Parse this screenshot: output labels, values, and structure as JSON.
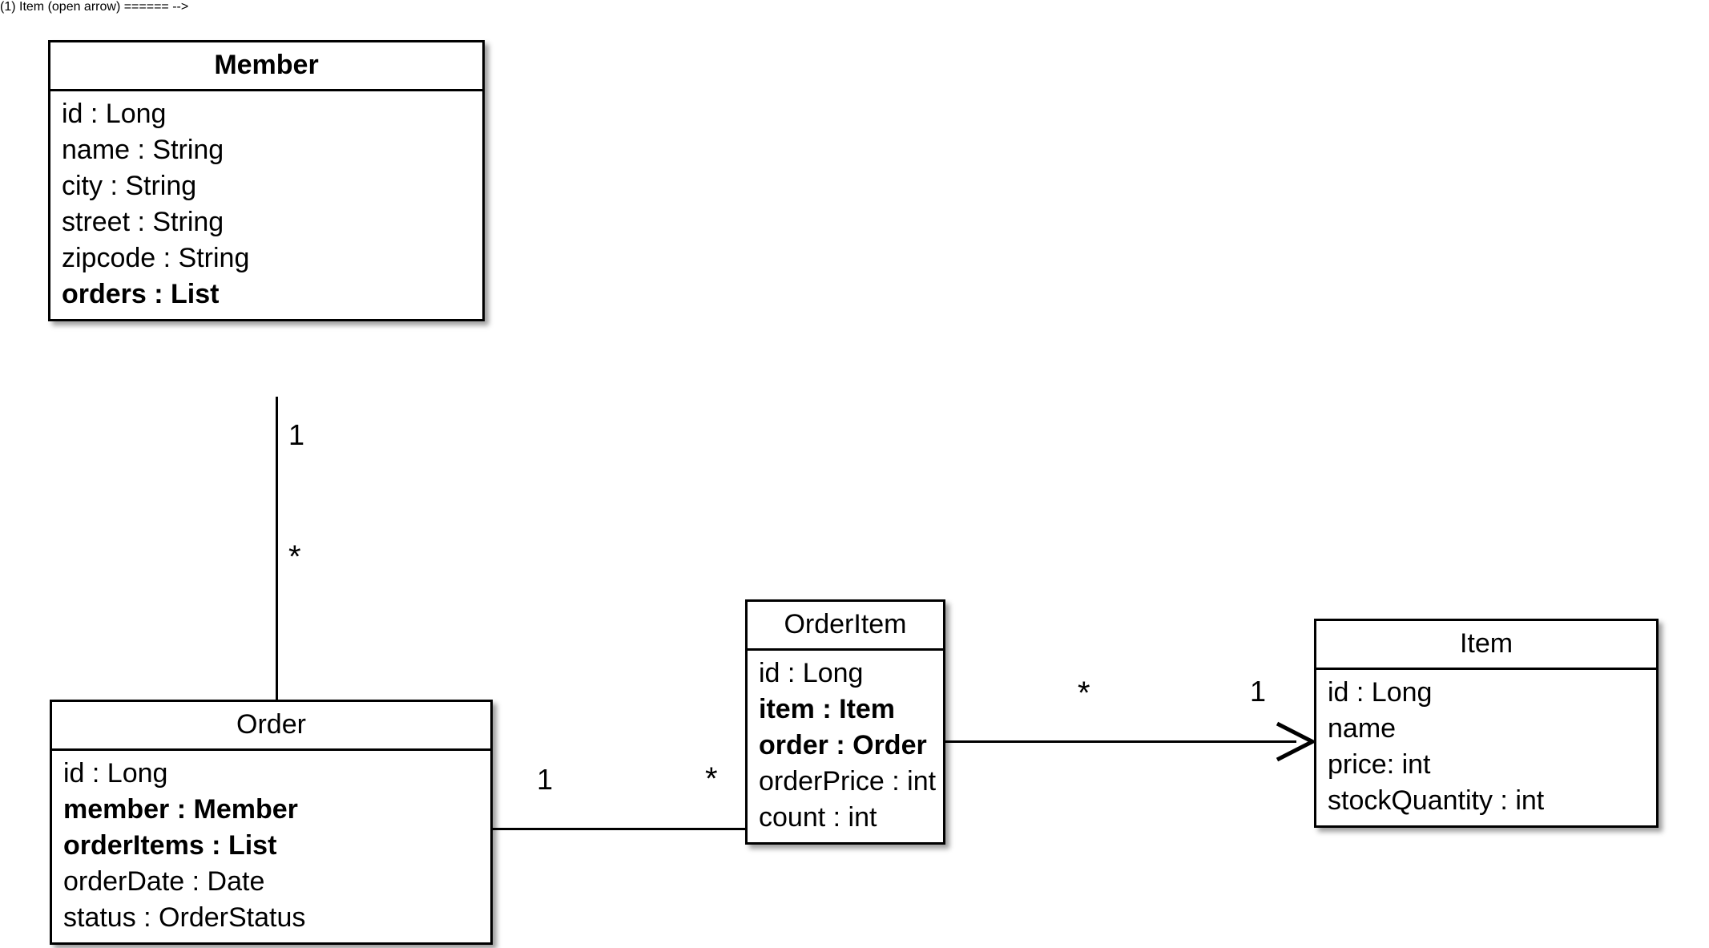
{
  "diagram": {
    "kind": "uml-class-diagram",
    "background_color": "#ffffff",
    "line_color": "#000000",
    "classes": [
      {
        "id": "member",
        "name": "Member",
        "title_bold": true,
        "attributes": [
          {
            "text": "id : Long",
            "bold": false
          },
          {
            "text": "name : String",
            "bold": false
          },
          {
            "text": "city : String",
            "bold": false
          },
          {
            "text": "street : String",
            "bold": false
          },
          {
            "text": "zipcode : String",
            "bold": false
          },
          {
            "text": "orders : List",
            "bold": true
          }
        ]
      },
      {
        "id": "order",
        "name": "Order",
        "title_bold": false,
        "attributes": [
          {
            "text": "id : Long",
            "bold": false
          },
          {
            "text": "member : Member",
            "bold": true
          },
          {
            "text": "orderItems : List",
            "bold": true
          },
          {
            "text": "orderDate : Date",
            "bold": false
          },
          {
            "text": "status : OrderStatus",
            "bold": false
          }
        ]
      },
      {
        "id": "orderitem",
        "name": "OrderItem",
        "title_bold": false,
        "attributes": [
          {
            "text": "id : Long",
            "bold": false
          },
          {
            "text": "item : Item",
            "bold": true
          },
          {
            "text": "order : Order",
            "bold": true
          },
          {
            "text": "orderPrice : int",
            "bold": false
          },
          {
            "text": "count : int",
            "bold": false
          }
        ]
      },
      {
        "id": "item",
        "name": "Item",
        "title_bold": false,
        "attributes": [
          {
            "text": "id : Long",
            "bold": false
          },
          {
            "text": "name",
            "bold": false
          },
          {
            "text": "price: int",
            "bold": false
          },
          {
            "text": "stockQuantity : int",
            "bold": false
          }
        ]
      }
    ],
    "associations": [
      {
        "id": "member-order",
        "from": "Member",
        "to": "Order",
        "orientation": "vertical",
        "arrowhead": "none",
        "source_multiplicity": "1",
        "target_multiplicity": "*"
      },
      {
        "id": "order-orderitem",
        "from": "Order",
        "to": "OrderItem",
        "orientation": "horizontal",
        "arrowhead": "none",
        "source_multiplicity": "1",
        "target_multiplicity": "*"
      },
      {
        "id": "orderitem-item",
        "from": "OrderItem",
        "to": "Item",
        "orientation": "horizontal",
        "arrowhead": "open",
        "source_multiplicity": "*",
        "target_multiplicity": "1"
      }
    ]
  }
}
